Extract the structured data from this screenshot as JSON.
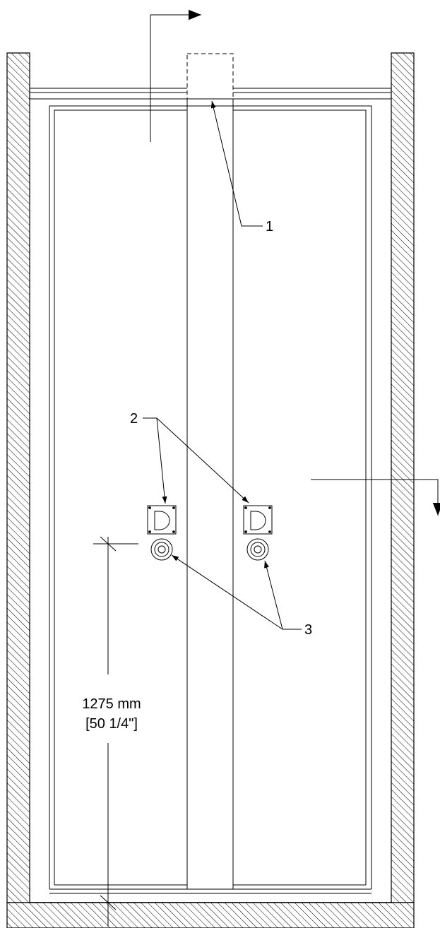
{
  "diagram": {
    "callouts": {
      "c1": "1",
      "c2": "2",
      "c3": "3"
    },
    "dimension": {
      "metric": "1275 mm",
      "imperial": "[50 1/4\"]"
    }
  },
  "colors": {
    "line": "#000000",
    "background": "#ffffff"
  }
}
